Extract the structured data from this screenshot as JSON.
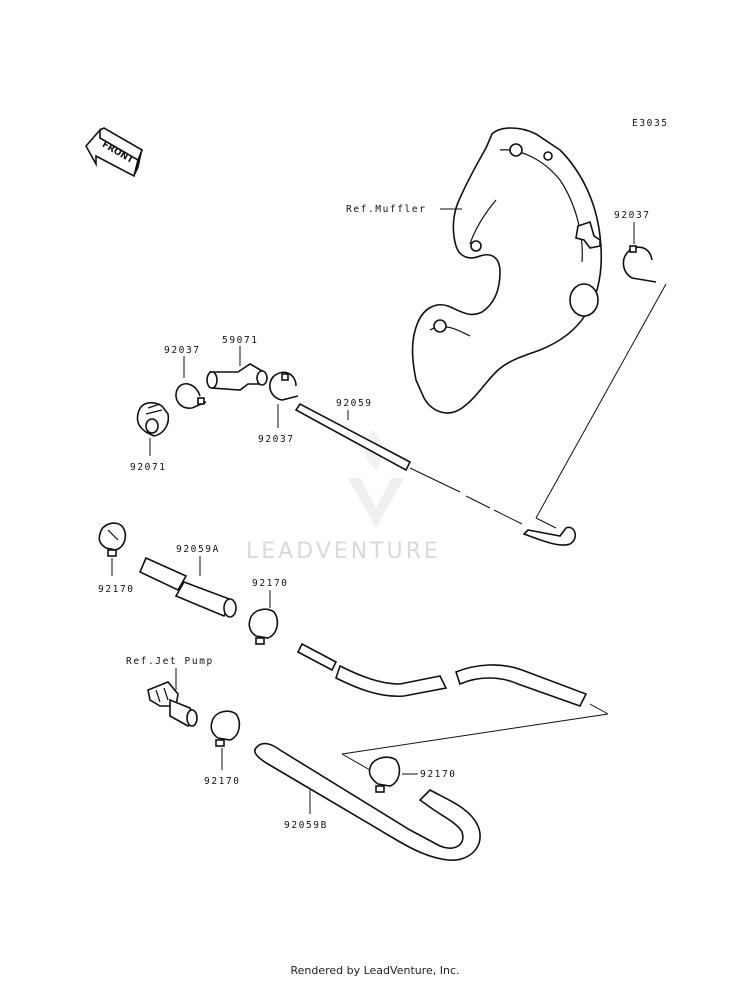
{
  "diagram_code": "E3035",
  "front_badge": "FRONT",
  "labels": {
    "ref_muffler": "Ref.Muffler",
    "p92037_right": "92037",
    "p92037_left": "92037",
    "p59071": "59071",
    "p92037_mid": "92037",
    "p92071": "92071",
    "p92059": "92059",
    "p92059a": "92059A",
    "p92170_left": "92170",
    "p92170_mid": "92170",
    "ref_jet_pump": "Ref.Jet Pump",
    "p92170_low": "92170",
    "p92170_right": "92170",
    "p92059b": "92059B"
  },
  "watermark": "LEADVENTURE",
  "footer": "Rendered by LeadVenture, Inc."
}
